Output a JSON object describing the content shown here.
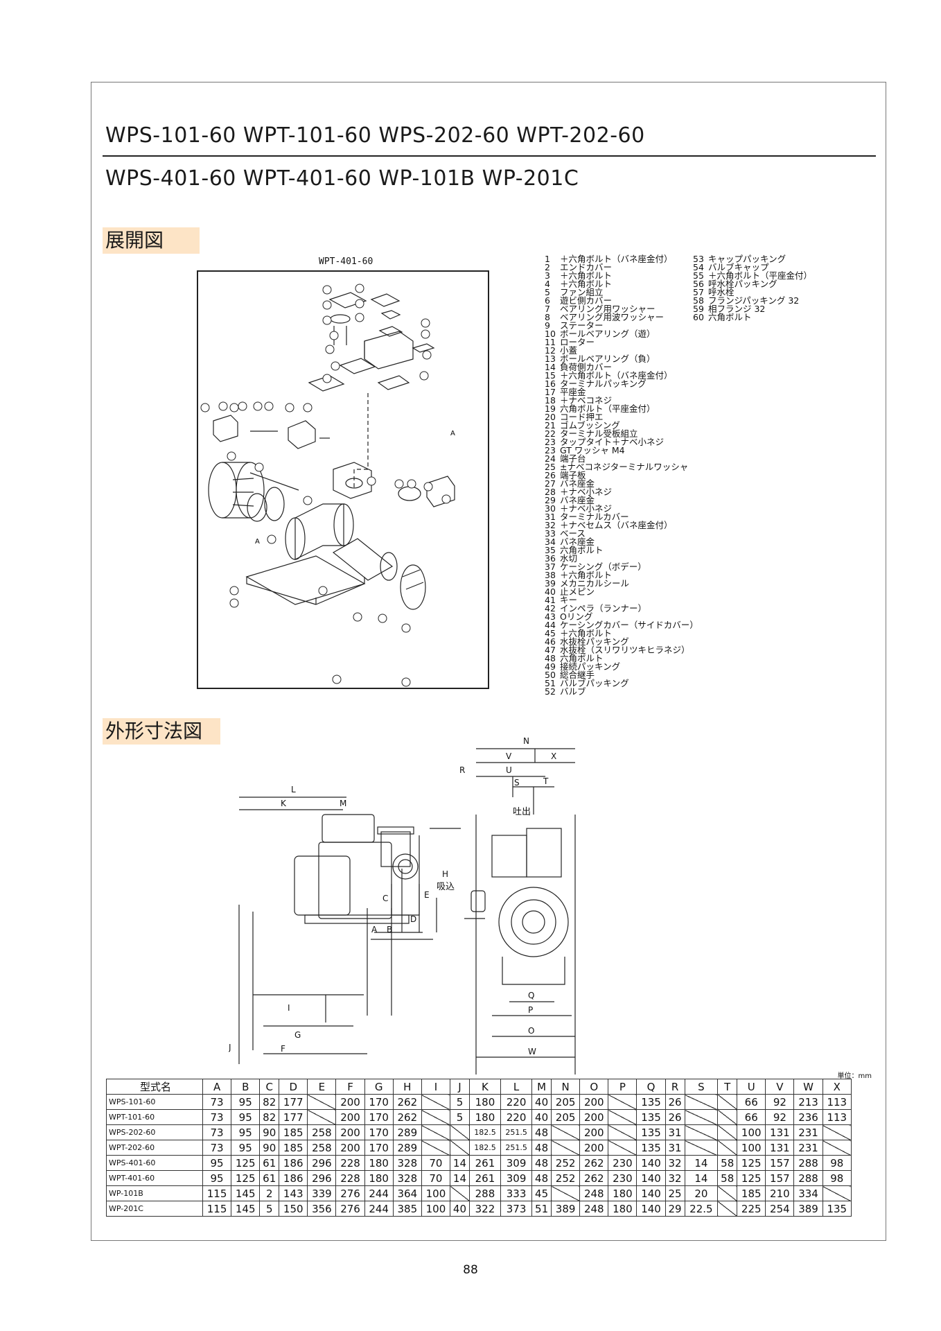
{
  "titles": {
    "line1": "WPS-101-60  WPT-101-60  WPS-202-60  WPT-202-60",
    "line2": "WPS-401-60  WPT-401-60  WP-101B  WP-201C"
  },
  "sections": {
    "exploded": "展開図",
    "dimensions": "外形寸法図"
  },
  "diagram": {
    "model_label": "WPT-401-60",
    "marker_A": "A"
  },
  "parts_col1": [
    {
      "n": "1",
      "t": "＋六角ボルト（バネ座金付）"
    },
    {
      "n": "2",
      "t": "エンドカバー"
    },
    {
      "n": "3",
      "t": "＋六角ボルト"
    },
    {
      "n": "4",
      "t": "＋六角ボルト"
    },
    {
      "n": "5",
      "t": "ファン組立"
    },
    {
      "n": "6",
      "t": "遊ビ側カバー"
    },
    {
      "n": "7",
      "t": "ベアリング用ワッシャー"
    },
    {
      "n": "8",
      "t": "ベアリング用波ワッシャー"
    },
    {
      "n": "9",
      "t": "ステーター"
    },
    {
      "n": "10",
      "t": "ボールベアリング（遊）"
    },
    {
      "n": "11",
      "t": "ローター"
    },
    {
      "n": "12",
      "t": "小蓋"
    },
    {
      "n": "13",
      "t": "ボールベアリング（負）"
    },
    {
      "n": "14",
      "t": "負荷側カバー"
    },
    {
      "n": "15",
      "t": "＋六角ボルト（バネ座金付）"
    },
    {
      "n": "16",
      "t": "ターミナルパッキング"
    },
    {
      "n": "17",
      "t": "平座金"
    },
    {
      "n": "18",
      "t": "＋ナベコネジ"
    },
    {
      "n": "19",
      "t": "六角ボルト（平座金付）"
    },
    {
      "n": "20",
      "t": "コード押エ"
    },
    {
      "n": "21",
      "t": "ゴムブッシング"
    },
    {
      "n": "22",
      "t": "ターミナル受板組立"
    },
    {
      "n": "23",
      "t": "タップタイト＋ナベ小ネジ"
    },
    {
      "n": "23",
      "t": "GT ワッシャ M4"
    },
    {
      "n": "24",
      "t": "端子台"
    },
    {
      "n": "25",
      "t": "±ナベコネジターミナルワッシャ"
    },
    {
      "n": "26",
      "t": "端子板"
    },
    {
      "n": "27",
      "t": "バネ座金"
    },
    {
      "n": "28",
      "t": "＋ナベ小ネジ"
    },
    {
      "n": "29",
      "t": "バネ座金"
    },
    {
      "n": "30",
      "t": "＋ナベ小ネジ"
    },
    {
      "n": "31",
      "t": "ターミナルカバー"
    },
    {
      "n": "32",
      "t": "＋ナベセムス（バネ座金付）"
    },
    {
      "n": "33",
      "t": "ベース"
    },
    {
      "n": "34",
      "t": "バネ座金"
    },
    {
      "n": "35",
      "t": "六角ボルト"
    },
    {
      "n": "36",
      "t": "水切"
    },
    {
      "n": "37",
      "t": "ケーシング（ボデー）"
    },
    {
      "n": "38",
      "t": "＋六角ボルト"
    },
    {
      "n": "39",
      "t": "メカニカルシール"
    },
    {
      "n": "40",
      "t": "止メピン"
    },
    {
      "n": "41",
      "t": "キー"
    },
    {
      "n": "42",
      "t": "インペラ（ランナー）"
    },
    {
      "n": "43",
      "t": "Oリング"
    },
    {
      "n": "44",
      "t": "ケーシングカバー（サイドカバー）"
    },
    {
      "n": "45",
      "t": "＋六角ボルト"
    },
    {
      "n": "46",
      "t": "水抜栓パッキング"
    },
    {
      "n": "47",
      "t": "水抜栓（スリワリツキヒラネジ）"
    },
    {
      "n": "48",
      "t": "六角ボルト"
    },
    {
      "n": "49",
      "t": "接続パッキング"
    },
    {
      "n": "50",
      "t": "総合継手"
    },
    {
      "n": "51",
      "t": "バルブパッキング"
    },
    {
      "n": "52",
      "t": "バルブ"
    }
  ],
  "parts_col2": [
    {
      "n": "53",
      "t": "キャップパッキング"
    },
    {
      "n": "54",
      "t": "バルブキャップ"
    },
    {
      "n": "55",
      "t": "＋六角ボルト（平座金付）"
    },
    {
      "n": "56",
      "t": "呼水栓パッキング"
    },
    {
      "n": "57",
      "t": "呼水栓"
    },
    {
      "n": "58",
      "t": "フランジパッキング 32"
    },
    {
      "n": "59",
      "t": "相フランジ 32"
    },
    {
      "n": "60",
      "t": "六角ボルト"
    }
  ],
  "dimension_labels": {
    "L": "L",
    "K": "K",
    "M": "M",
    "H": "H",
    "E": "E",
    "D": "D",
    "C": "C",
    "B": "B",
    "A": "A",
    "I": "I",
    "G": "G",
    "F": "F",
    "J": "J",
    "N": "N",
    "V": "V",
    "X": "X",
    "R": "R",
    "U": "U",
    "S": "S",
    "T": "T",
    "Q": "Q",
    "P": "P",
    "O": "O",
    "W": "W",
    "discharge": "吐出",
    "suction": "吸込"
  },
  "table": {
    "unit": "単位：mm",
    "headers": [
      "型式名",
      "A",
      "B",
      "C",
      "D",
      "E",
      "F",
      "G",
      "H",
      "I",
      "J",
      "K",
      "L",
      "M",
      "N",
      "O",
      "P",
      "Q",
      "R",
      "S",
      "T",
      "U",
      "V",
      "W",
      "X"
    ],
    "rows": [
      [
        "WPS-101-60",
        "73",
        "95",
        "82",
        "177",
        "",
        "200",
        "170",
        "262",
        "",
        "5",
        "180",
        "220",
        "40",
        "205",
        "200",
        "",
        "135",
        "26",
        "",
        "",
        "66",
        "92",
        "213",
        "113"
      ],
      [
        "WPT-101-60",
        "73",
        "95",
        "82",
        "177",
        "",
        "200",
        "170",
        "262",
        "",
        "5",
        "180",
        "220",
        "40",
        "205",
        "200",
        "",
        "135",
        "26",
        "",
        "",
        "66",
        "92",
        "236",
        "113"
      ],
      [
        "WPS-202-60",
        "73",
        "95",
        "90",
        "185",
        "258",
        "200",
        "170",
        "289",
        "",
        "",
        "182.5",
        "251.5",
        "48",
        "",
        "200",
        "",
        "135",
        "31",
        "",
        "",
        "100",
        "131",
        "231",
        ""
      ],
      [
        "WPT-202-60",
        "73",
        "95",
        "90",
        "185",
        "258",
        "200",
        "170",
        "289",
        "",
        "",
        "182.5",
        "251.5",
        "48",
        "",
        "200",
        "",
        "135",
        "31",
        "",
        "",
        "100",
        "131",
        "231",
        ""
      ],
      [
        "WPS-401-60",
        "95",
        "125",
        "61",
        "186",
        "296",
        "228",
        "180",
        "328",
        "70",
        "14",
        "261",
        "309",
        "48",
        "252",
        "262",
        "230",
        "140",
        "32",
        "14",
        "58",
        "125",
        "157",
        "288",
        "98"
      ],
      [
        "WPT-401-60",
        "95",
        "125",
        "61",
        "186",
        "296",
        "228",
        "180",
        "328",
        "70",
        "14",
        "261",
        "309",
        "48",
        "252",
        "262",
        "230",
        "140",
        "32",
        "14",
        "58",
        "125",
        "157",
        "288",
        "98"
      ],
      [
        "WP-101B",
        "115",
        "145",
        "2",
        "143",
        "339",
        "276",
        "244",
        "364",
        "100",
        "",
        "288",
        "333",
        "45",
        "",
        "248",
        "180",
        "140",
        "25",
        "20",
        "",
        "185",
        "210",
        "334",
        ""
      ],
      [
        "WP-201C",
        "115",
        "145",
        "5",
        "150",
        "356",
        "276",
        "244",
        "385",
        "100",
        "40",
        "322",
        "373",
        "51",
        "389",
        "248",
        "180",
        "140",
        "29",
        "22.5",
        "",
        "225",
        "254",
        "389",
        "135"
      ]
    ]
  },
  "page_number": "88"
}
